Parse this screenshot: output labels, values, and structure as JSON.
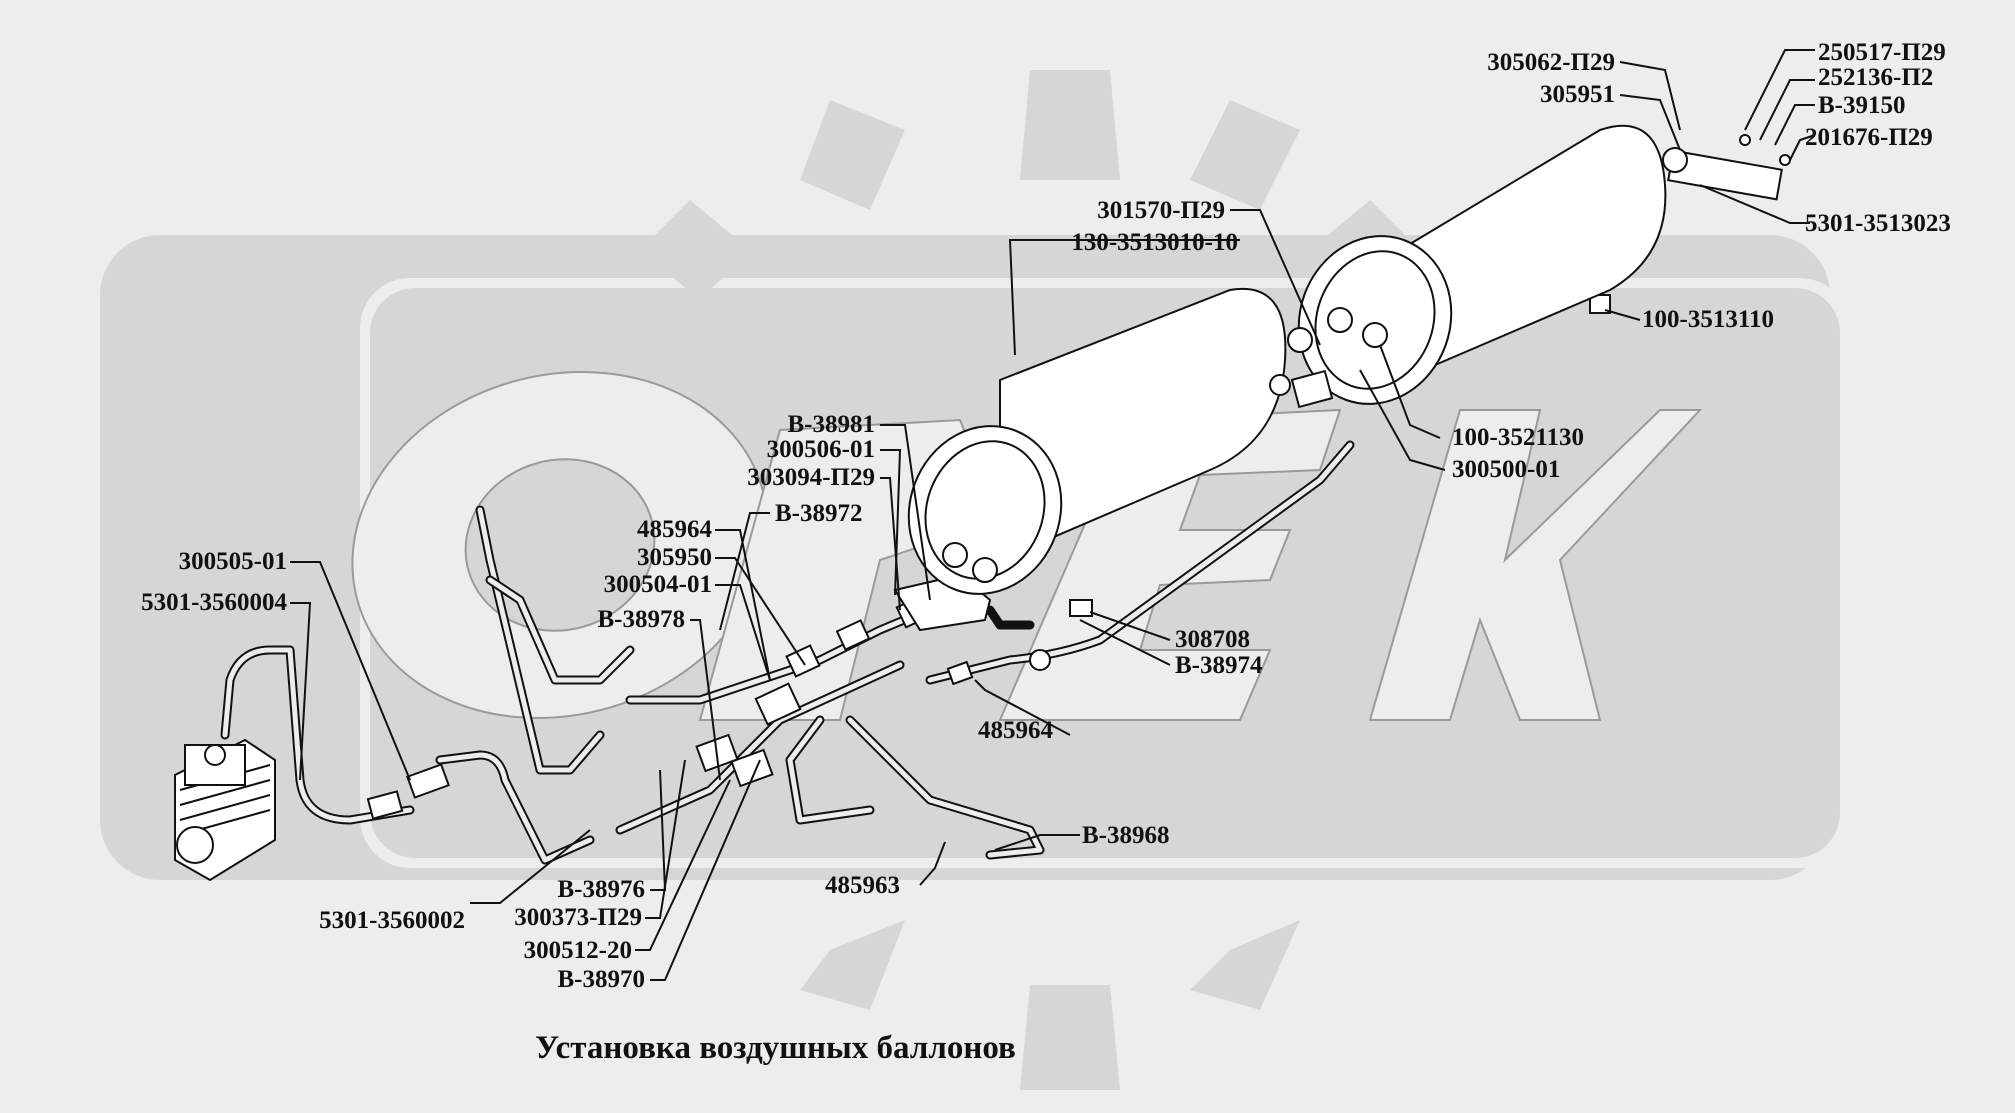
{
  "caption": "Установка воздушных баллонов",
  "watermark": {
    "text": "ОРЕХ"
  },
  "labels": [
    {
      "id": "l01",
      "text": "305062-П29"
    },
    {
      "id": "l02",
      "text": "305951"
    },
    {
      "id": "l03",
      "text": "250517-П29"
    },
    {
      "id": "l04",
      "text": "252136-П2"
    },
    {
      "id": "l05",
      "text": "В-39150"
    },
    {
      "id": "l06",
      "text": "201676-П29"
    },
    {
      "id": "l07",
      "text": "5301-3513023"
    },
    {
      "id": "l08",
      "text": "301570-П29"
    },
    {
      "id": "l09",
      "text": "130-3513010-10"
    },
    {
      "id": "l10",
      "text": "100-3513110"
    },
    {
      "id": "l11",
      "text": "100-3521130"
    },
    {
      "id": "l12",
      "text": "300500-01"
    },
    {
      "id": "l13",
      "text": "В-38981"
    },
    {
      "id": "l14",
      "text": "300506-01"
    },
    {
      "id": "l15",
      "text": "303094-П29"
    },
    {
      "id": "l16",
      "text": "В-38972"
    },
    {
      "id": "l17",
      "text": "485964"
    },
    {
      "id": "l18",
      "text": "305950"
    },
    {
      "id": "l19",
      "text": "300504-01"
    },
    {
      "id": "l20",
      "text": "300505-01"
    },
    {
      "id": "l21",
      "text": "5301-3560004"
    },
    {
      "id": "l22",
      "text": "В-38978"
    },
    {
      "id": "l23",
      "text": "308708"
    },
    {
      "id": "l24",
      "text": "В-38974"
    },
    {
      "id": "l25",
      "text": "485964"
    },
    {
      "id": "l26",
      "text": "В-38968"
    },
    {
      "id": "l27",
      "text": "485963"
    },
    {
      "id": "l28",
      "text": "В-38976"
    },
    {
      "id": "l29",
      "text": "5301-3560002"
    },
    {
      "id": "l30",
      "text": "300373-П29"
    },
    {
      "id": "l31",
      "text": "300512-20"
    },
    {
      "id": "l32",
      "text": "В-38970"
    }
  ]
}
